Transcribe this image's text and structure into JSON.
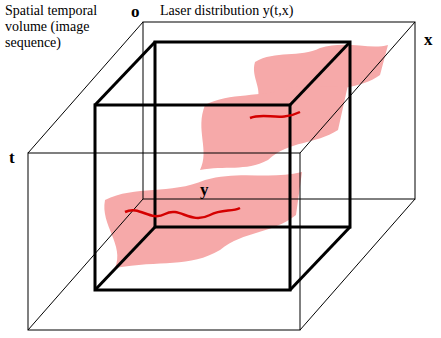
{
  "diagram": {
    "labels": [
      "Spatial temporal volume (image sequence)",
      "o",
      "Laser distribution y(t,x)",
      "x",
      "t",
      "y"
    ]
  }
}
